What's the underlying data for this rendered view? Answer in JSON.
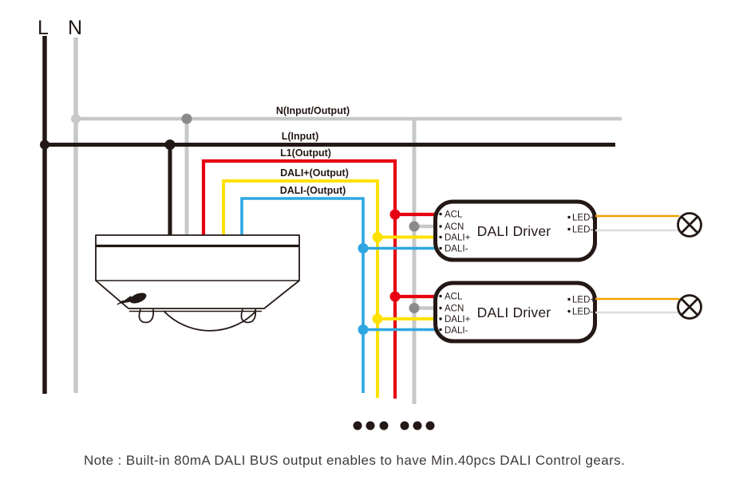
{
  "supply": {
    "live": "L",
    "neutral": "N"
  },
  "wires": {
    "neutral": "N(Input/Output)",
    "live_in": "L(Input)",
    "live_out": "L1(Output)",
    "dali_plus": "DALI+(Output)",
    "dali_minus": "DALI-(Output)"
  },
  "drivers": [
    {
      "title": "DALI Driver",
      "terminals": {
        "acl": "ACL",
        "acn": "ACN",
        "dali_plus": "DALI+",
        "dali_minus": "DALI-",
        "led_plus": "LED+",
        "led_minus": "LED-"
      }
    },
    {
      "title": "DALI Driver",
      "terminals": {
        "acl": "ACL",
        "acn": "ACN",
        "dali_plus": "DALI+",
        "dali_minus": "DALI-",
        "led_plus": "LED+",
        "led_minus": "LED-"
      }
    }
  ],
  "note": "Note :  Built-in 80mA DALI BUS output enables to have Min.40pcs DALI Control gears.",
  "colors": {
    "line_black": "#231815",
    "neutral_gray": "#c7c8c8",
    "junction_gray": "#8a8a8a",
    "live_red": "#e60012",
    "dali_plus_yellow": "#ffe100",
    "dali_minus_blue": "#2ea7e0",
    "led_plus_orange": "#f5a000",
    "led_minus_gray": "#dcdddd"
  }
}
